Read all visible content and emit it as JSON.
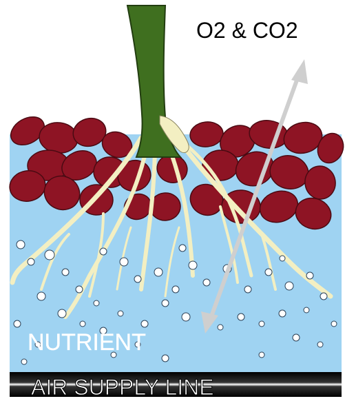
{
  "labels": {
    "gas_exchange": "O2 & CO2",
    "nutrient": "NUTRIENT",
    "air_supply": "AIR SUPPLY LINE"
  },
  "colors": {
    "stem": "#3f6f1f",
    "soil": "#8e1424",
    "nutrient_solution": "#9fd3f2",
    "roots": "#f3efc2",
    "bubbles": "#ffffff",
    "arrow": "#cfcfcf",
    "pipe": "#000000"
  }
}
